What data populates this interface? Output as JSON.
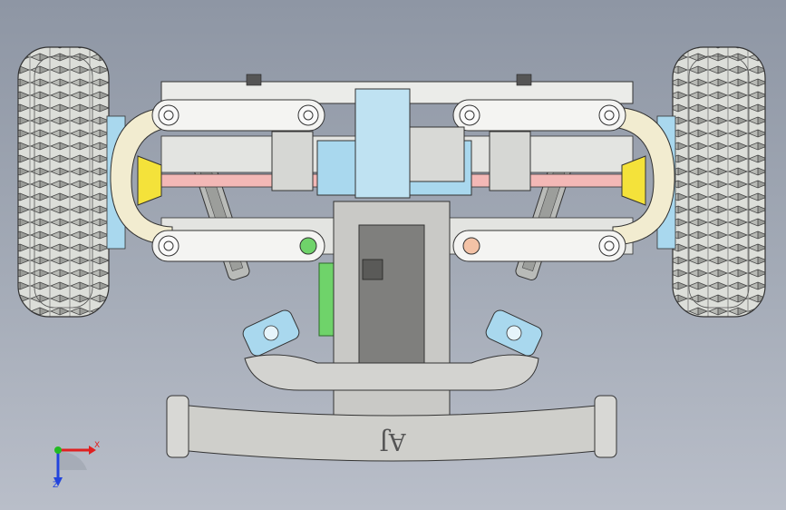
{
  "view": {
    "title": "",
    "background_top": "#8e96a4",
    "background_bottom": "#b9bec9"
  },
  "model": {
    "engraved_text": "AJ",
    "colors": {
      "frame": "#e8e9e6",
      "frame_edge": "#3a3a3a",
      "chassis": "#c9c9c6",
      "tire": "#d9dbd6",
      "tire_tread": "#555555",
      "bearing_blue": "#a9d8ee",
      "shaft_pink": "#f3b8b6",
      "cup_yellow": "#f4e23a",
      "gear_green": "#6fd36a",
      "bumper": "#cfcfcb"
    }
  },
  "triad": {
    "x_label": "X",
    "z_label": "Z",
    "x_color": "#e02020",
    "y_color": "#22bb22",
    "z_color": "#2244dd"
  }
}
